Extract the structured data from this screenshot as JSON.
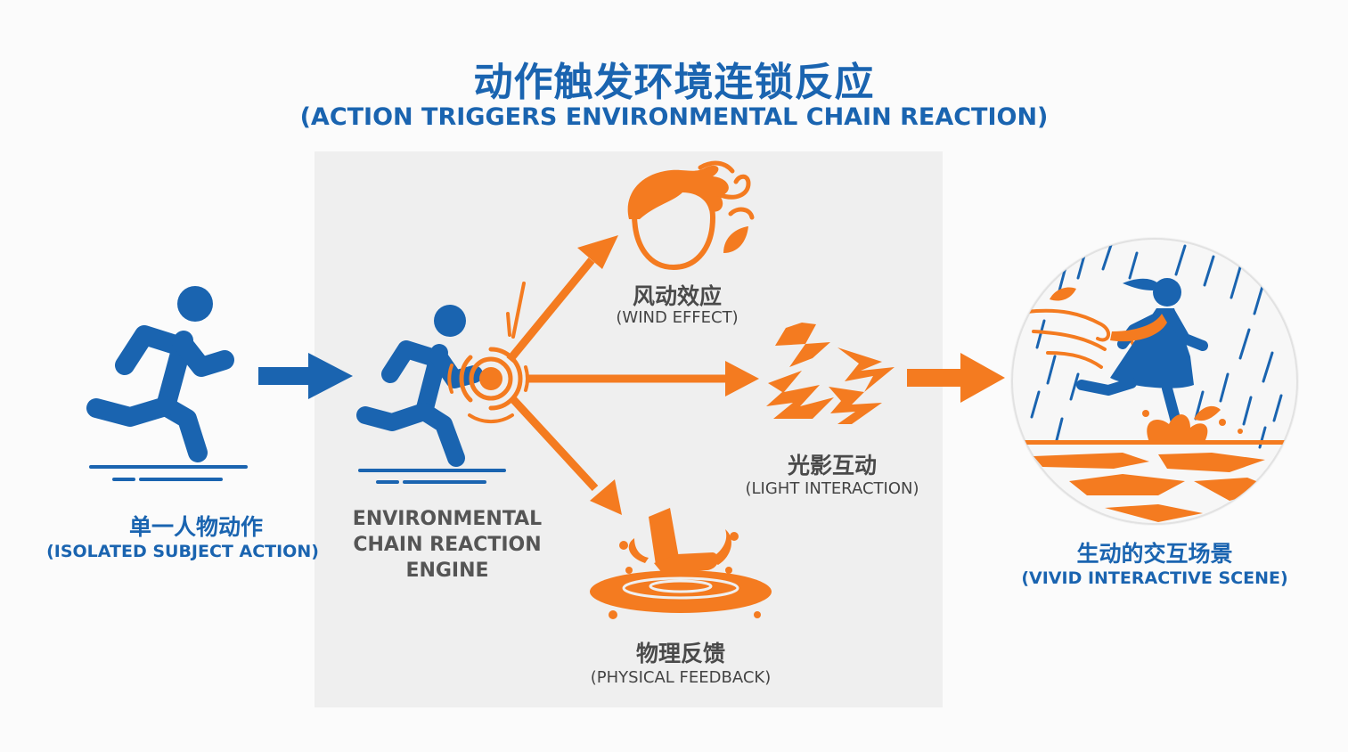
{
  "title": {
    "zh": "动作触发环境连锁反应",
    "en": "(ACTION TRIGGERS ENVIRONMENTAL CHAIN REACTION)"
  },
  "stages": {
    "input": {
      "zh": "单一人物动作",
      "en": "(ISOLATED SUBJECT ACTION)"
    },
    "engine": {
      "line1": "ENVIRONMENTAL",
      "line2": "CHAIN REACTION",
      "line3": "ENGINE"
    },
    "output": {
      "zh": "生动的交互场景",
      "en": "(VIVID INTERACTIVE SCENE)"
    }
  },
  "effects": {
    "wind": {
      "zh": "风动效应",
      "en": "(WIND EFFECT)",
      "icon": "wind-hair-icon"
    },
    "light": {
      "zh": "光影互动",
      "en": "(LIGHT INTERACTION)",
      "icon": "lightning-icon"
    },
    "physical": {
      "zh": "物理反馈",
      "en": "(PHYSICAL FEEDBACK)",
      "icon": "puddle-splash-icon"
    }
  },
  "colors": {
    "blue": "#1a64b0",
    "orange": "#f47b20",
    "panel": "#efefef"
  }
}
